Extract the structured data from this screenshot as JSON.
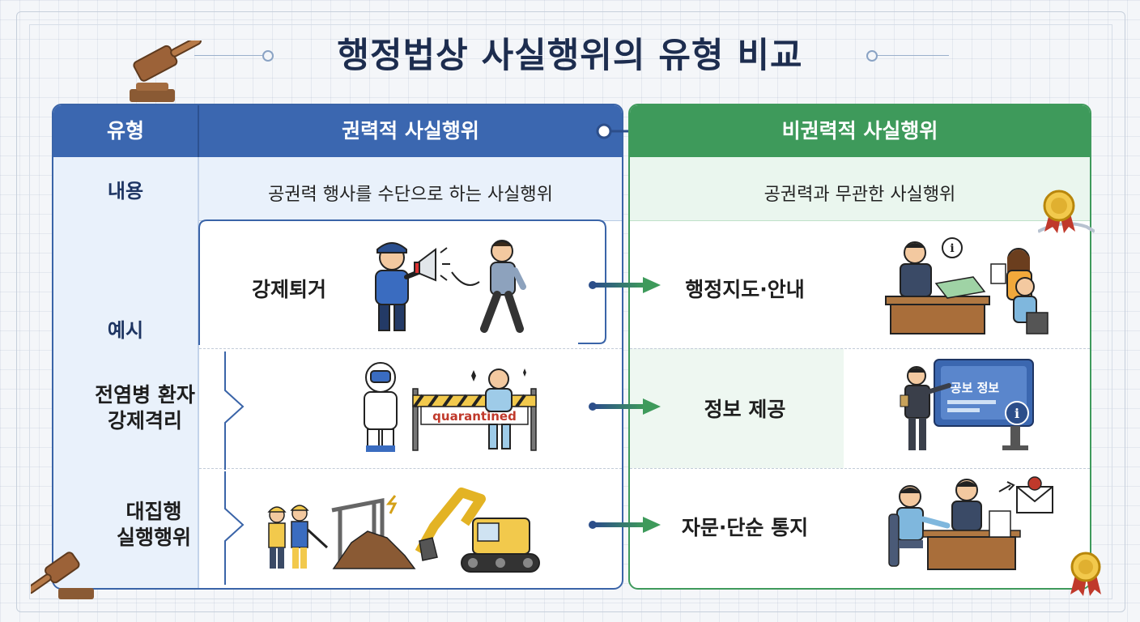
{
  "title": "행정법상 사실행위의 유형 비교",
  "table": {
    "header_type": "유형",
    "header_power": "권력적 사실행위",
    "header_nonpower": "비권력적 사실행위",
    "content_label": "내용",
    "content_power": "공권력 행사를 수단으로 하는 사실행위",
    "content_nonpower": "공권력과 무관한 사실행위",
    "example_label": "예시"
  },
  "examples": [
    {
      "power_label": "강제퇴거",
      "nonpower": "행정지도·안내"
    },
    {
      "power_label_line1": "전염병 환자",
      "power_label_line2": "강제격리",
      "nonpower": "정보 제공",
      "sign": "quarantined"
    },
    {
      "power_label_line1": "대집행",
      "power_label_line2": "실행행위",
      "nonpower": "자문·단순 통지"
    }
  ],
  "board_text": "공보 정보",
  "colors": {
    "blue": "#3b67b0",
    "green": "#3e9a5b",
    "navy": "#1d2d4f"
  }
}
